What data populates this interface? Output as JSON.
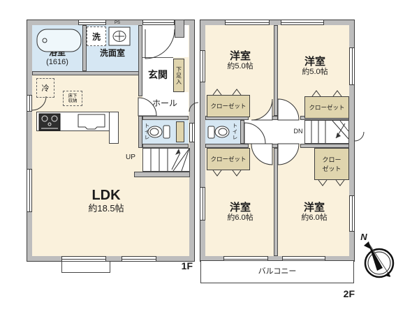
{
  "colors": {
    "floor": "#faf1dc",
    "water": "#d6e7f3",
    "closet": "#e0d5ae",
    "wall": "#bdbdbd"
  },
  "floor1": {
    "label": "1F",
    "bath_name": "浴室",
    "bath_size": "(1616)",
    "laundry": "洗",
    "washroom": "洗面室",
    "ps": "PS",
    "entrance": "玄関",
    "shoe_cabinet": "下足入",
    "hall": "ホール",
    "toilet": "トイレ",
    "fridge": "冷",
    "underfloor_storage": "床下収納",
    "stairs_up": "UP",
    "ldk_name": "LDK",
    "ldk_size": "約18.5帖"
  },
  "floor2": {
    "label": "2F",
    "rooms": [
      {
        "name": "洋室",
        "size": "約5.0帖"
      },
      {
        "name": "洋室",
        "size": "約5.0帖"
      },
      {
        "name": "洋室",
        "size": "約6.0帖"
      },
      {
        "name": "洋室",
        "size": "約6.0帖"
      }
    ],
    "closets": [
      "クローゼット",
      "クローゼット",
      "クローゼット",
      "クローゼット"
    ],
    "toilet": "トイレ",
    "stairs_down": "DN",
    "balcony": "バルコニー"
  },
  "compass": {
    "north": "N"
  }
}
